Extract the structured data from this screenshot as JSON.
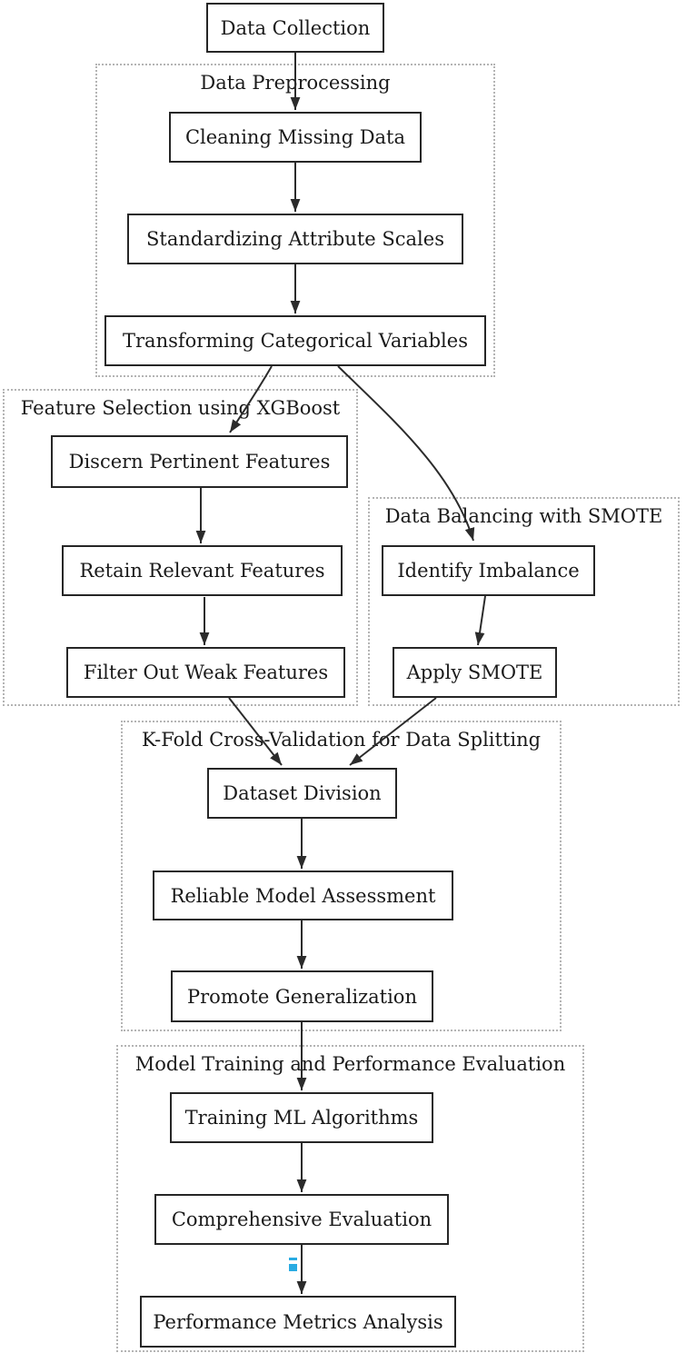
{
  "colors": {
    "background": "#ffffff",
    "node_border": "#262626",
    "edge": "#2b2b2b",
    "cluster_border": "#b4b4b4",
    "text": "#1a1a1a",
    "artifact": "#29ABE2"
  },
  "clusters": {
    "preprocessing": {
      "title": "Data Preprocessing"
    },
    "feature_selection": {
      "title": "Feature Selection using XGBoost"
    },
    "data_balancing": {
      "title": "Data Balancing with SMOTE"
    },
    "kfold": {
      "title": "K-Fold Cross-Validation for Data Splitting"
    },
    "model_training": {
      "title": "Model Training and Performance Evaluation"
    }
  },
  "nodes": {
    "data_collection": {
      "label": "Data Collection"
    },
    "cleaning_missing_data": {
      "label": "Cleaning Missing Data"
    },
    "standardizing_attribute_scales": {
      "label": "Standardizing Attribute Scales"
    },
    "transforming_categorical_variables": {
      "label": "Transforming Categorical Variables"
    },
    "discern_pertinent_features": {
      "label": "Discern Pertinent Features"
    },
    "retain_relevant_features": {
      "label": "Retain Relevant Features"
    },
    "filter_out_weak_features": {
      "label": "Filter Out Weak Features"
    },
    "identify_imbalance": {
      "label": "Identify Imbalance"
    },
    "apply_smote": {
      "label": "Apply SMOTE"
    },
    "dataset_division": {
      "label": "Dataset Division"
    },
    "reliable_model_assessment": {
      "label": "Reliable Model Assessment"
    },
    "promote_generalization": {
      "label": "Promote Generalization"
    },
    "training_ml_algorithms": {
      "label": "Training ML Algorithms"
    },
    "comprehensive_evaluation": {
      "label": "Comprehensive Evaluation"
    },
    "performance_metrics_analysis": {
      "label": "Performance Metrics Analysis"
    }
  }
}
